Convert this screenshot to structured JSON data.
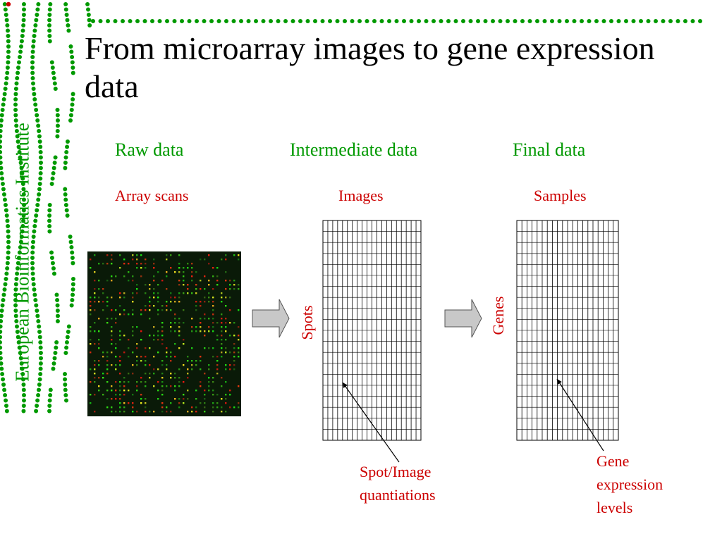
{
  "slide": {
    "title": "From microarray images to gene expression data",
    "sidebar_text": "European Bioinformatics Institute"
  },
  "columns": [
    {
      "header": "Raw data",
      "subheader": "Array scans"
    },
    {
      "header": "Intermediate data",
      "subheader": "Images"
    },
    {
      "header": "Final data",
      "subheader": "Samples"
    }
  ],
  "axis_labels": {
    "spots": "Spots",
    "genes": "Genes"
  },
  "annotations": {
    "spot_quant": [
      "Spot/Image",
      "quantiations"
    ],
    "gene_levels": [
      "Gene",
      "expression",
      "levels"
    ]
  },
  "colors": {
    "accent_green": "#009900",
    "label_red": "#cc0000",
    "arrow_fill": "#c8c8c8",
    "scan_bg": "#0a1a08"
  },
  "icons": [
    "dotted-border-decoration",
    "right-arrow-icon",
    "pointer-arrow-icon"
  ]
}
